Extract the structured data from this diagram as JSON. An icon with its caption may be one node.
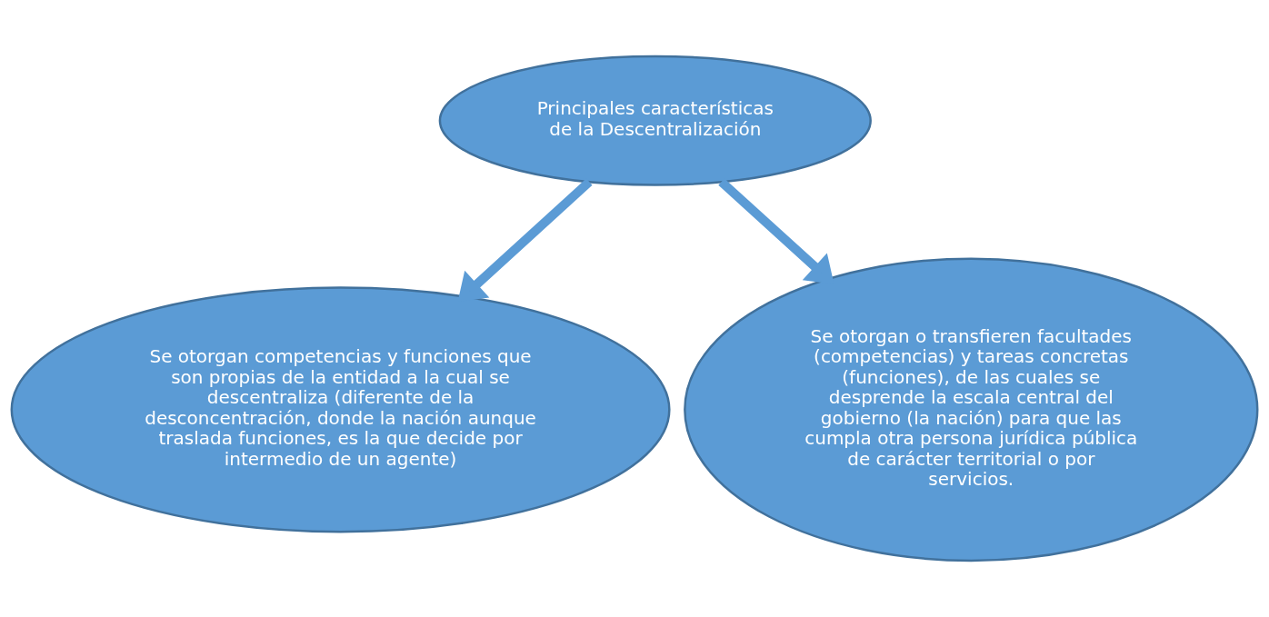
{
  "diagram": {
    "nodes": [
      {
        "text": [
          "Principales características de la Descentralización"
        ]
      },
      {
        "text": [
          "Se otorgan competencias y funciones que son propias de la entidad a la cual se descentraliza (diferente de la desconcentración, donde la nación aunque traslada funciones, es la que decide por intermedio de un agente)"
        ]
      },
      {
        "text": [
          "Se otorgan o transfieren facultades (competencias) y tareas concretas (funciones), de las cuales se desprende la escala central del gobierno (la nación) para que las cumpla otra persona jurídica pública de carácter territorial o por servicios."
        ]
      }
    ],
    "edges": [
      {
        "from": 0,
        "to": 1,
        "arrow": "to"
      },
      {
        "from": 0,
        "to": 2,
        "arrow": "to"
      }
    ]
  }
}
